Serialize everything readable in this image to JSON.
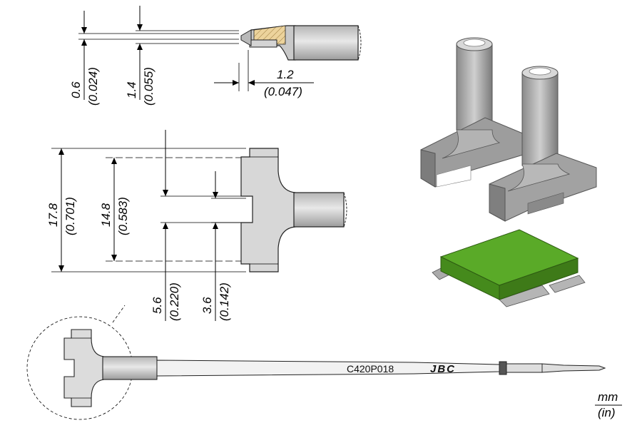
{
  "dimensions": {
    "d1": {
      "mm": "0.6",
      "in": "(0.024)"
    },
    "d2": {
      "mm": "1.4",
      "in": "(0.055)"
    },
    "d3": {
      "mm": "1.2",
      "in": "(0.047)"
    },
    "d4": {
      "mm": "17.8",
      "in": "(0.701)"
    },
    "d5": {
      "mm": "14.8",
      "in": "(0.583)"
    },
    "d6": {
      "mm": "5.6",
      "in": "(0.220)"
    },
    "d7": {
      "mm": "3.6",
      "in": "(0.142)"
    }
  },
  "tip": {
    "model": "C420P018",
    "brand": "JBC"
  },
  "units": {
    "mm": "mm",
    "in": "(in)"
  },
  "colors": {
    "metal": "#c9c9c9",
    "metal_dark": "#8f8f8f",
    "chip_green": "#5aaa28",
    "hatch": "#e6c98c"
  }
}
